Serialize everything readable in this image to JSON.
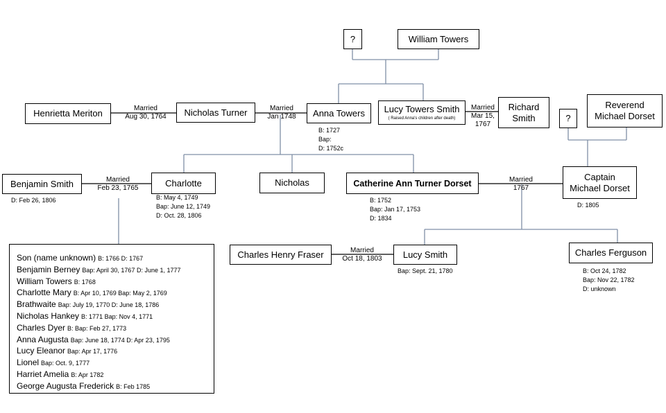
{
  "people": {
    "q_top": "?",
    "william_towers": "William Towers",
    "henrietta_meriton": "Henrietta Meriton",
    "nicholas_turner": "Nicholas Turner",
    "anna_towers": "Anna Towers",
    "lucy_towers_smith": "Lucy Towers Smith",
    "lucy_towers_smith_note": "( Raised Anna's children after death)",
    "richard_smith_1": "Richard",
    "richard_smith_2": "Smith",
    "q_right": "?",
    "reverend_1": "Reverend",
    "reverend_2": "Michael Dorset",
    "benjamin_smith": "Benjamin Smith",
    "charlotte": "Charlotte",
    "nicholas": "Nicholas",
    "catherine": "Catherine Ann Turner Dorset",
    "captain_1": "Captain",
    "captain_2": "Michael Dorset",
    "charles_henry_fraser": "Charles Henry Fraser",
    "lucy_smith": "Lucy Smith",
    "charles_ferguson": "Charles Ferguson"
  },
  "marriages": {
    "henrietta_nicholas": {
      "label": "Married",
      "date": "Aug 30, 1764"
    },
    "nicholas_anna": {
      "label": "Married",
      "date": "Jan 1748"
    },
    "lucy_richard": {
      "label": "Married",
      "date1": "Mar 15,",
      "date2": "1767"
    },
    "benjamin_charlotte": {
      "label": "Married",
      "date": "Feb 23, 1765"
    },
    "catherine_captain": {
      "label": "Married",
      "date": "1767"
    },
    "fraser_lucy": {
      "label": "Married",
      "date": "Oct 18, 1803"
    }
  },
  "details": {
    "anna": [
      "B: 1727",
      "Bap:",
      "D: 1752c"
    ],
    "benjamin": [
      "D: Feb 26, 1806"
    ],
    "charlotte": [
      "B: May 4, 1749",
      "Bap: June 12, 1749",
      "D: Oct. 28, 1806"
    ],
    "catherine": [
      "B: 1752",
      "Bap: Jan 17, 1753",
      "D: 1834"
    ],
    "captain": [
      "D: 1805"
    ],
    "lucy_smith": [
      "Bap: Sept. 21, 1780"
    ],
    "ferguson": [
      "B: Oct 24, 1782",
      "Bap: Nov 22, 1782",
      "D: unknown"
    ]
  },
  "children": [
    {
      "name": "Son (name unknown)",
      "dates": "B: 1766 D: 1767"
    },
    {
      "name": "Benjamin Berney",
      "dates": "Bap: April 30, 1767  D: June 1, 1777"
    },
    {
      "name": "William Towers",
      "dates": "B: 1768"
    },
    {
      "name": "Charlotte Mary",
      "dates": "B: Apr 10, 1769 Bap: May 2, 1769"
    },
    {
      "name": "Brathwaite",
      "dates": "Bap: July 19, 1770 D: June 18, 1786"
    },
    {
      "name": "Nicholas Hankey",
      "dates": "B: 1771 Bap: Nov 4, 1771"
    },
    {
      "name": "Charles Dyer",
      "dates": "B: Bap: Feb 27, 1773"
    },
    {
      "name": "Anna Augusta",
      "dates": "Bap: June 18, 1774  D: Apr 23, 1795"
    },
    {
      "name": "Lucy Eleanor",
      "dates": "Bap: Apr 17, 1776"
    },
    {
      "name": "Lionel",
      "dates": "Bap: Oct. 9, 1777"
    },
    {
      "name": "Harriet Amelia",
      "dates": "B: Apr 1782"
    },
    {
      "name": "George Augusta Frederick",
      "dates": "B: Feb 1785"
    }
  ],
  "colors": {
    "box_border": "#000000",
    "connector": "#7f8fa6",
    "marriage_line": "#000000"
  }
}
